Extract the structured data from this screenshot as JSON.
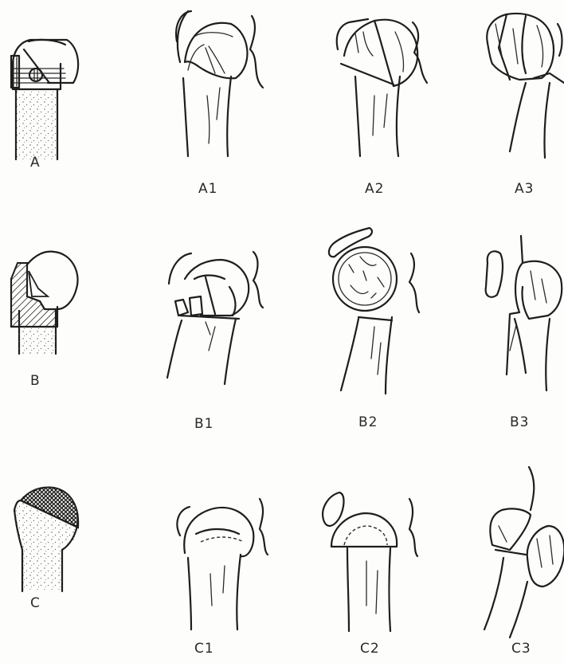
{
  "labels": {
    "A": "A",
    "A1": "A1",
    "A2": "A2",
    "A3": "A3",
    "B": "B",
    "B1": "B1",
    "B2": "B2",
    "B3": "B3",
    "C": "C",
    "C1": "C1",
    "C2": "C2",
    "C3": "C3"
  },
  "colors": {
    "ink": "#1e1e1e",
    "paper": "#fdfdfb"
  }
}
